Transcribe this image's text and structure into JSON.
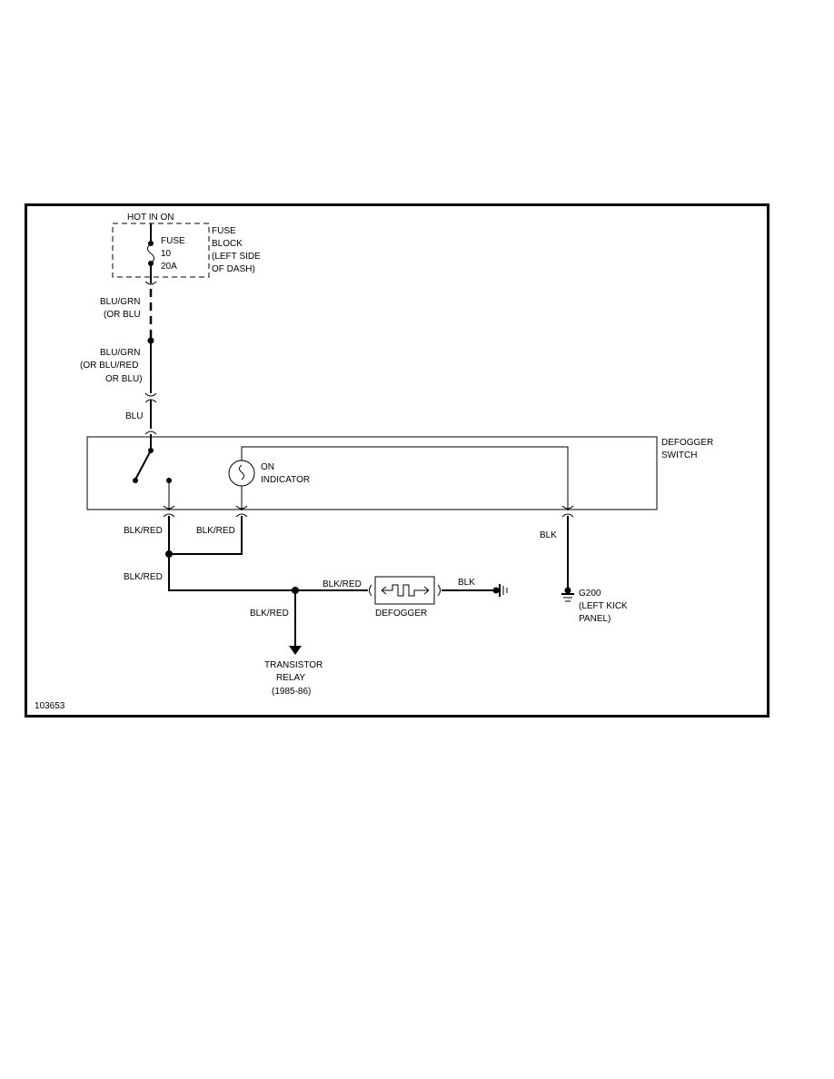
{
  "fuse_block": {
    "hot_label": "HOT IN ON",
    "fuse_line1": "FUSE",
    "fuse_line2": "10",
    "fuse_line3": "20A",
    "name_line1": "FUSE",
    "name_line2": "BLOCK",
    "name_line3": "(LEFT SIDE",
    "name_line4": "OF DASH)"
  },
  "wires": {
    "w1_line1": "BLU/GRN",
    "w1_line2": "(OR BLU",
    "w2_line1": "BLU/GRN",
    "w2_line2": "(OR BLU/RED",
    "w2_line3": "OR BLU)",
    "w3": "BLU",
    "w4": "BLK/RED",
    "w5": "BLK/RED",
    "w6": "BLK",
    "w7": "BLK/RED",
    "w8": "BLK/RED",
    "w9": "BLK/RED",
    "w10": "BLK"
  },
  "switch": {
    "name_line1": "DEFOGGER",
    "name_line2": "SWITCH",
    "indicator_line1": "ON",
    "indicator_line2": "INDICATOR"
  },
  "defogger": {
    "label": "DEFOGGER"
  },
  "ground": {
    "line1": "G200",
    "line2": "(LEFT KICK",
    "line3": "PANEL)"
  },
  "relay": {
    "line1": "TRANSISTOR",
    "line2": "RELAY",
    "line3": "(1985-86)"
  },
  "figure_id": "103653"
}
